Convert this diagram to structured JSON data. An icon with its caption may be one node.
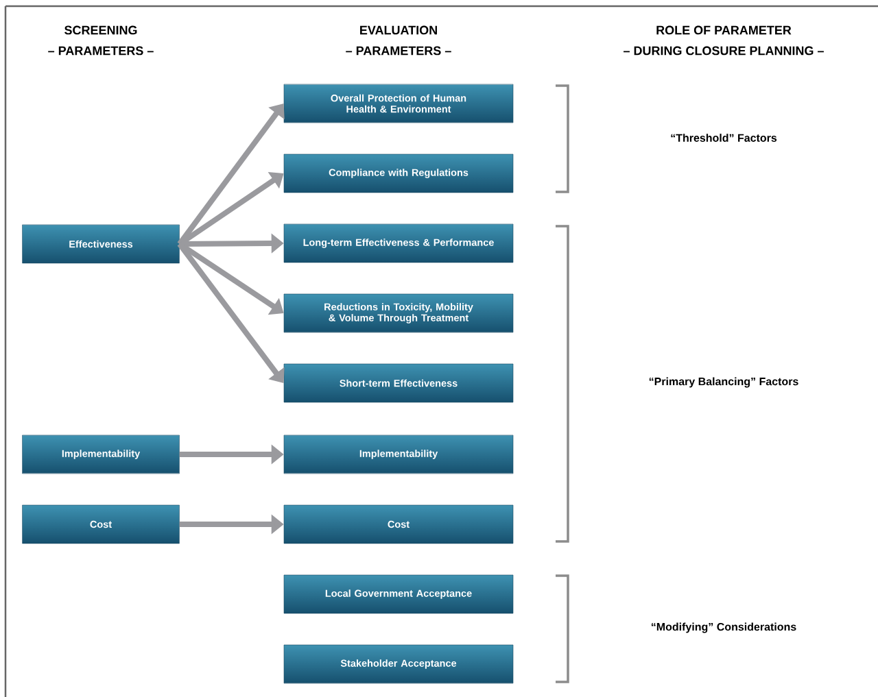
{
  "diagram": {
    "nodes": [
      {
        "text": [
          "Effectiveness"
        ]
      },
      {
        "text": [
          "Implementability"
        ]
      },
      {
        "text": [
          "Cost"
        ]
      },
      {
        "text": [
          "Overall Protection of Human Health & Environment"
        ]
      },
      {
        "text": [
          "Compliance with Regulations"
        ]
      },
      {
        "text": [
          "Long-term Effectiveness & Performance"
        ]
      },
      {
        "text": [
          "Reductions in Toxicity, Mobility & Volume Through Treatment"
        ]
      },
      {
        "text": [
          "Short-term Effectiveness"
        ]
      },
      {
        "text": [
          "Implementability"
        ]
      },
      {
        "text": [
          "Cost"
        ]
      },
      {
        "text": [
          "Local Government Acceptance"
        ]
      },
      {
        "text": [
          "Stakeholder Acceptance"
        ]
      }
    ],
    "edges": [
      {
        "from": 0,
        "to": 3,
        "arrow": "to"
      },
      {
        "from": 0,
        "to": 4,
        "arrow": "to"
      },
      {
        "from": 0,
        "to": 5,
        "arrow": "to"
      },
      {
        "from": 0,
        "to": 6,
        "arrow": "to"
      },
      {
        "from": 0,
        "to": 7,
        "arrow": "to"
      },
      {
        "from": 1,
        "to": 8,
        "arrow": "to"
      },
      {
        "from": 2,
        "to": 9,
        "arrow": "to"
      }
    ],
    "labels": [
      "SCREENING",
      "– PARAMETERS –",
      "EVALUATION",
      "– PARAMETERS –",
      "ROLE OF PARAMETER",
      "– DURING CLOSURE PLANNING –",
      "“Threshold” Factors",
      "“Primary Balancing” Factors",
      "“Modifying” Considerations"
    ]
  }
}
